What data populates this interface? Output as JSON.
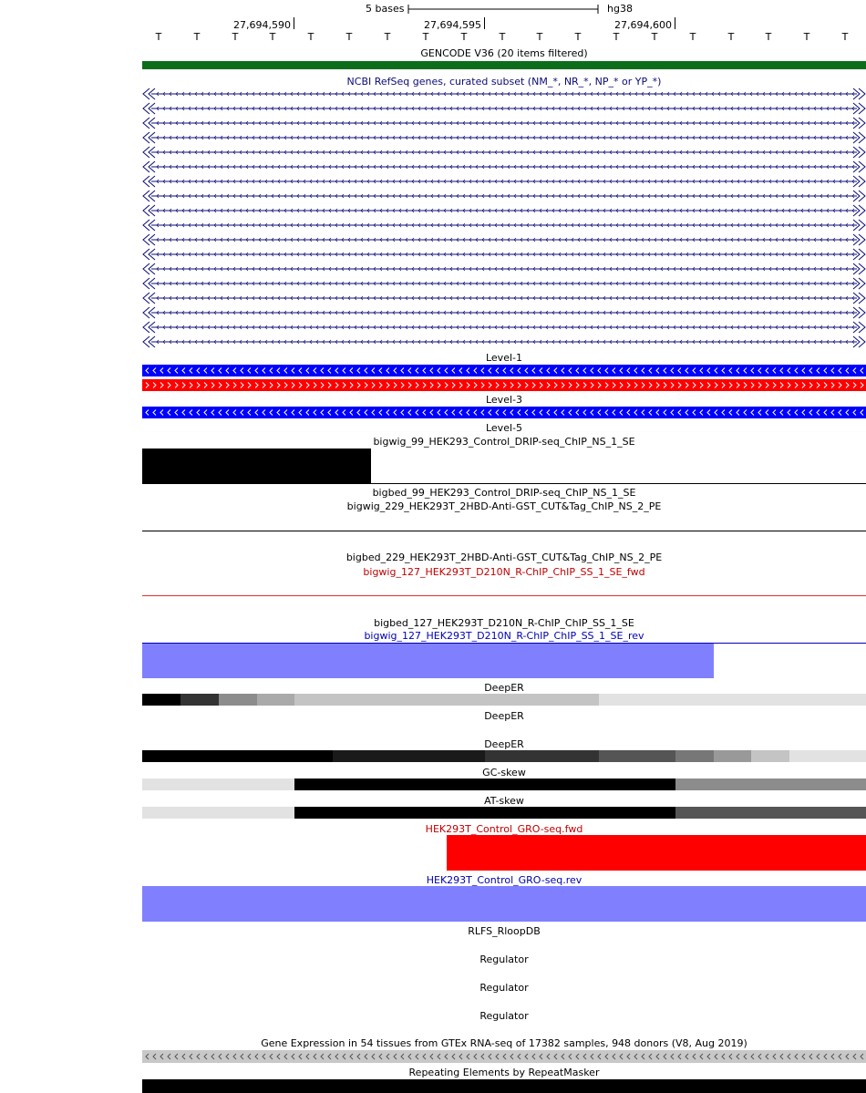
{
  "ruler": {
    "scale_label": "5 bases",
    "assembly": "hg38",
    "ticks": [
      "27,694,590",
      "27,694,595",
      "27,694,600"
    ]
  },
  "sequence": [
    "T",
    "T",
    "T",
    "T",
    "T",
    "T",
    "T",
    "T",
    "T",
    "T",
    "T",
    "T",
    "T",
    "T",
    "T",
    "T",
    "T",
    "T",
    "T"
  ],
  "tracks": {
    "gencode": "GENCODE V36 (20 items filtered)",
    "refseq": "NCBI RefSeq genes, curated subset (NM_*, NR_*, NP_* or YP_*)",
    "level1": "Level-1",
    "level3": "Level-3",
    "level5": "Level-5",
    "bigwig99": "bigwig_99_HEK293_Control_DRIP-seq_ChIP_NS_1_SE",
    "bigbed99": "bigbed_99_HEK293_Control_DRIP-seq_ChIP_NS_1_SE",
    "bigwig229": "bigwig_229_HEK293T_2HBD-Anti-GST_CUT&Tag_ChIP_NS_2_PE",
    "bigbed229": "bigbed_229_HEK293T_2HBD-Anti-GST_CUT&Tag_ChIP_NS_2_PE",
    "bigwig127fwd": "bigwig_127_HEK293T_D210N_R-ChIP_ChIP_SS_1_SE_fwd",
    "bigbed127": "bigbed_127_HEK293T_D210N_R-ChIP_ChIP_SS_1_SE",
    "bigwig127rev": "bigwig_127_HEK293T_D210N_R-ChIP_ChIP_SS_1_SE_rev",
    "deeper1": "DeepER",
    "deeper2": "DeepER",
    "deeper3": "DeepER",
    "gcskew": "GC-skew",
    "atskew": "AT-skew",
    "gro_fwd": "HEK293T_Control_GRO-seq.fwd",
    "gro_rev": "HEK293T_Control_GRO-seq.rev",
    "rlfs": "RLFS_RloopDB",
    "regulator1": "Regulator",
    "regulator2": "Regulator",
    "regulator3": "Regulator",
    "gtex": "Gene Expression in 54 tissues from GTEx RNA-seq of 17382 samples, 948 donors (V8, Aug 2019)",
    "repeatmasker": "Repeating Elements by RepeatMasker"
  },
  "colors": {
    "gencode": "#0c6e1a",
    "refseq": "#0c0c78",
    "level_blue": "#0000ff",
    "level_red": "#ff0000",
    "fwd_red": "#ff0000",
    "rev_blue": "#8080ff",
    "rev_text": "#0000b4"
  }
}
